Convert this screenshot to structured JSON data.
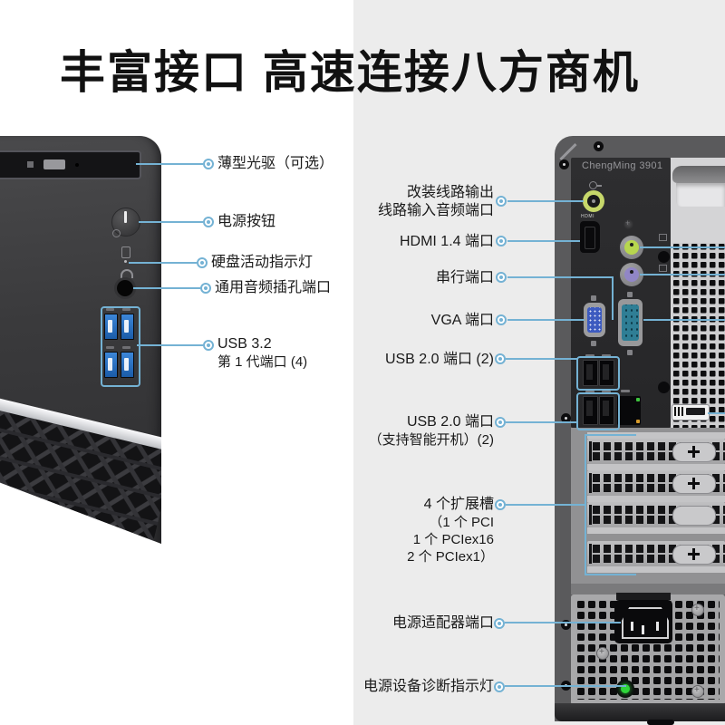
{
  "title": "丰富接口 高速连接八方商机",
  "front": {
    "callouts": [
      {
        "lines": [
          "薄型光驱（可选）"
        ]
      },
      {
        "lines": [
          "电源按钮"
        ]
      },
      {
        "lines": [
          "硬盘活动指示灯"
        ]
      },
      {
        "lines": [
          "通用音频插孔端口"
        ]
      },
      {
        "lines": [
          "USB 3.2",
          "第 1 代端口 (4)"
        ]
      }
    ]
  },
  "rear": {
    "model": "ChengMing 3901",
    "hdmi_label": "HDMI",
    "callouts": [
      {
        "lines": [
          "改装线路输出",
          "线路输入音频端口"
        ]
      },
      {
        "lines": [
          "HDMI 1.4 端口"
        ]
      },
      {
        "lines": [
          "串行端口"
        ]
      },
      {
        "lines": [
          "VGA 端口"
        ]
      },
      {
        "lines": [
          "USB 2.0 端口 (2)"
        ]
      },
      {
        "lines": [
          "USB 2.0 端口",
          "（支持智能开机）(2)"
        ]
      },
      {
        "lines": [
          "4 个扩展槽",
          "（1 个 PCI",
          "1 个 PCIex16",
          "2 个 PCIex1）"
        ]
      },
      {
        "lines": [
          "电源适配器端口"
        ]
      },
      {
        "lines": [
          "电源设备诊断指示灯"
        ]
      }
    ]
  },
  "colors": {
    "accent_line": "#74b2d4",
    "bg_right_panel": "#ececec",
    "title_color": "#111111",
    "usb3_port_blue": "#2f7dd6",
    "diagnostic_led_green": "#2ed63a",
    "audio_jack_green": "#c6d76a",
    "ps2_green": "#b7d64e",
    "ps2_purple": "#9186c6",
    "vga_blue": "#3d5bc0",
    "serial_teal": "#2f7e95"
  }
}
